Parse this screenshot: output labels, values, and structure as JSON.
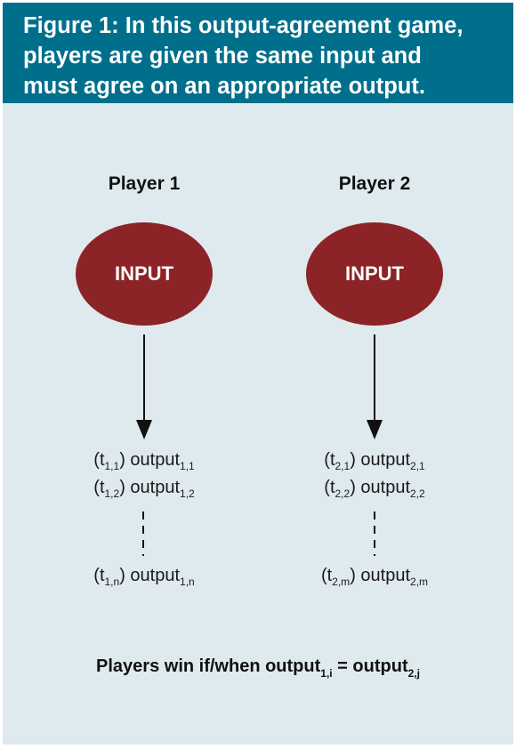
{
  "header": {
    "lines": [
      "Figure 1: In this output-agreement game,",
      "players are given the same input and",
      "must agree on an appropriate output."
    ]
  },
  "players": [
    {
      "label": "Player 1",
      "input": "INPUT",
      "outputs": [
        {
          "t_sub": "1,1",
          "out_sub": "1,1"
        },
        {
          "t_sub": "1,2",
          "out_sub": "1,2"
        },
        {
          "t_sub": "1,n",
          "out_sub": "1,n"
        }
      ]
    },
    {
      "label": "Player 2",
      "input": "INPUT",
      "outputs": [
        {
          "t_sub": "2,1",
          "out_sub": "2,1"
        },
        {
          "t_sub": "2,2",
          "out_sub": "2,2"
        },
        {
          "t_sub": "2,m",
          "out_sub": "2,m"
        }
      ]
    }
  ],
  "common": {
    "t_open": "(t",
    "t_close": ")",
    "output_word": "output"
  },
  "footer": {
    "prefix": "Players win if/when output",
    "sub1": "1,i",
    "equals": " = output",
    "sub2": "2,j"
  },
  "colors": {
    "header_bg": "#006f8b",
    "panel_bg": "#dfeaef",
    "ellipse": "#8c2427"
  }
}
